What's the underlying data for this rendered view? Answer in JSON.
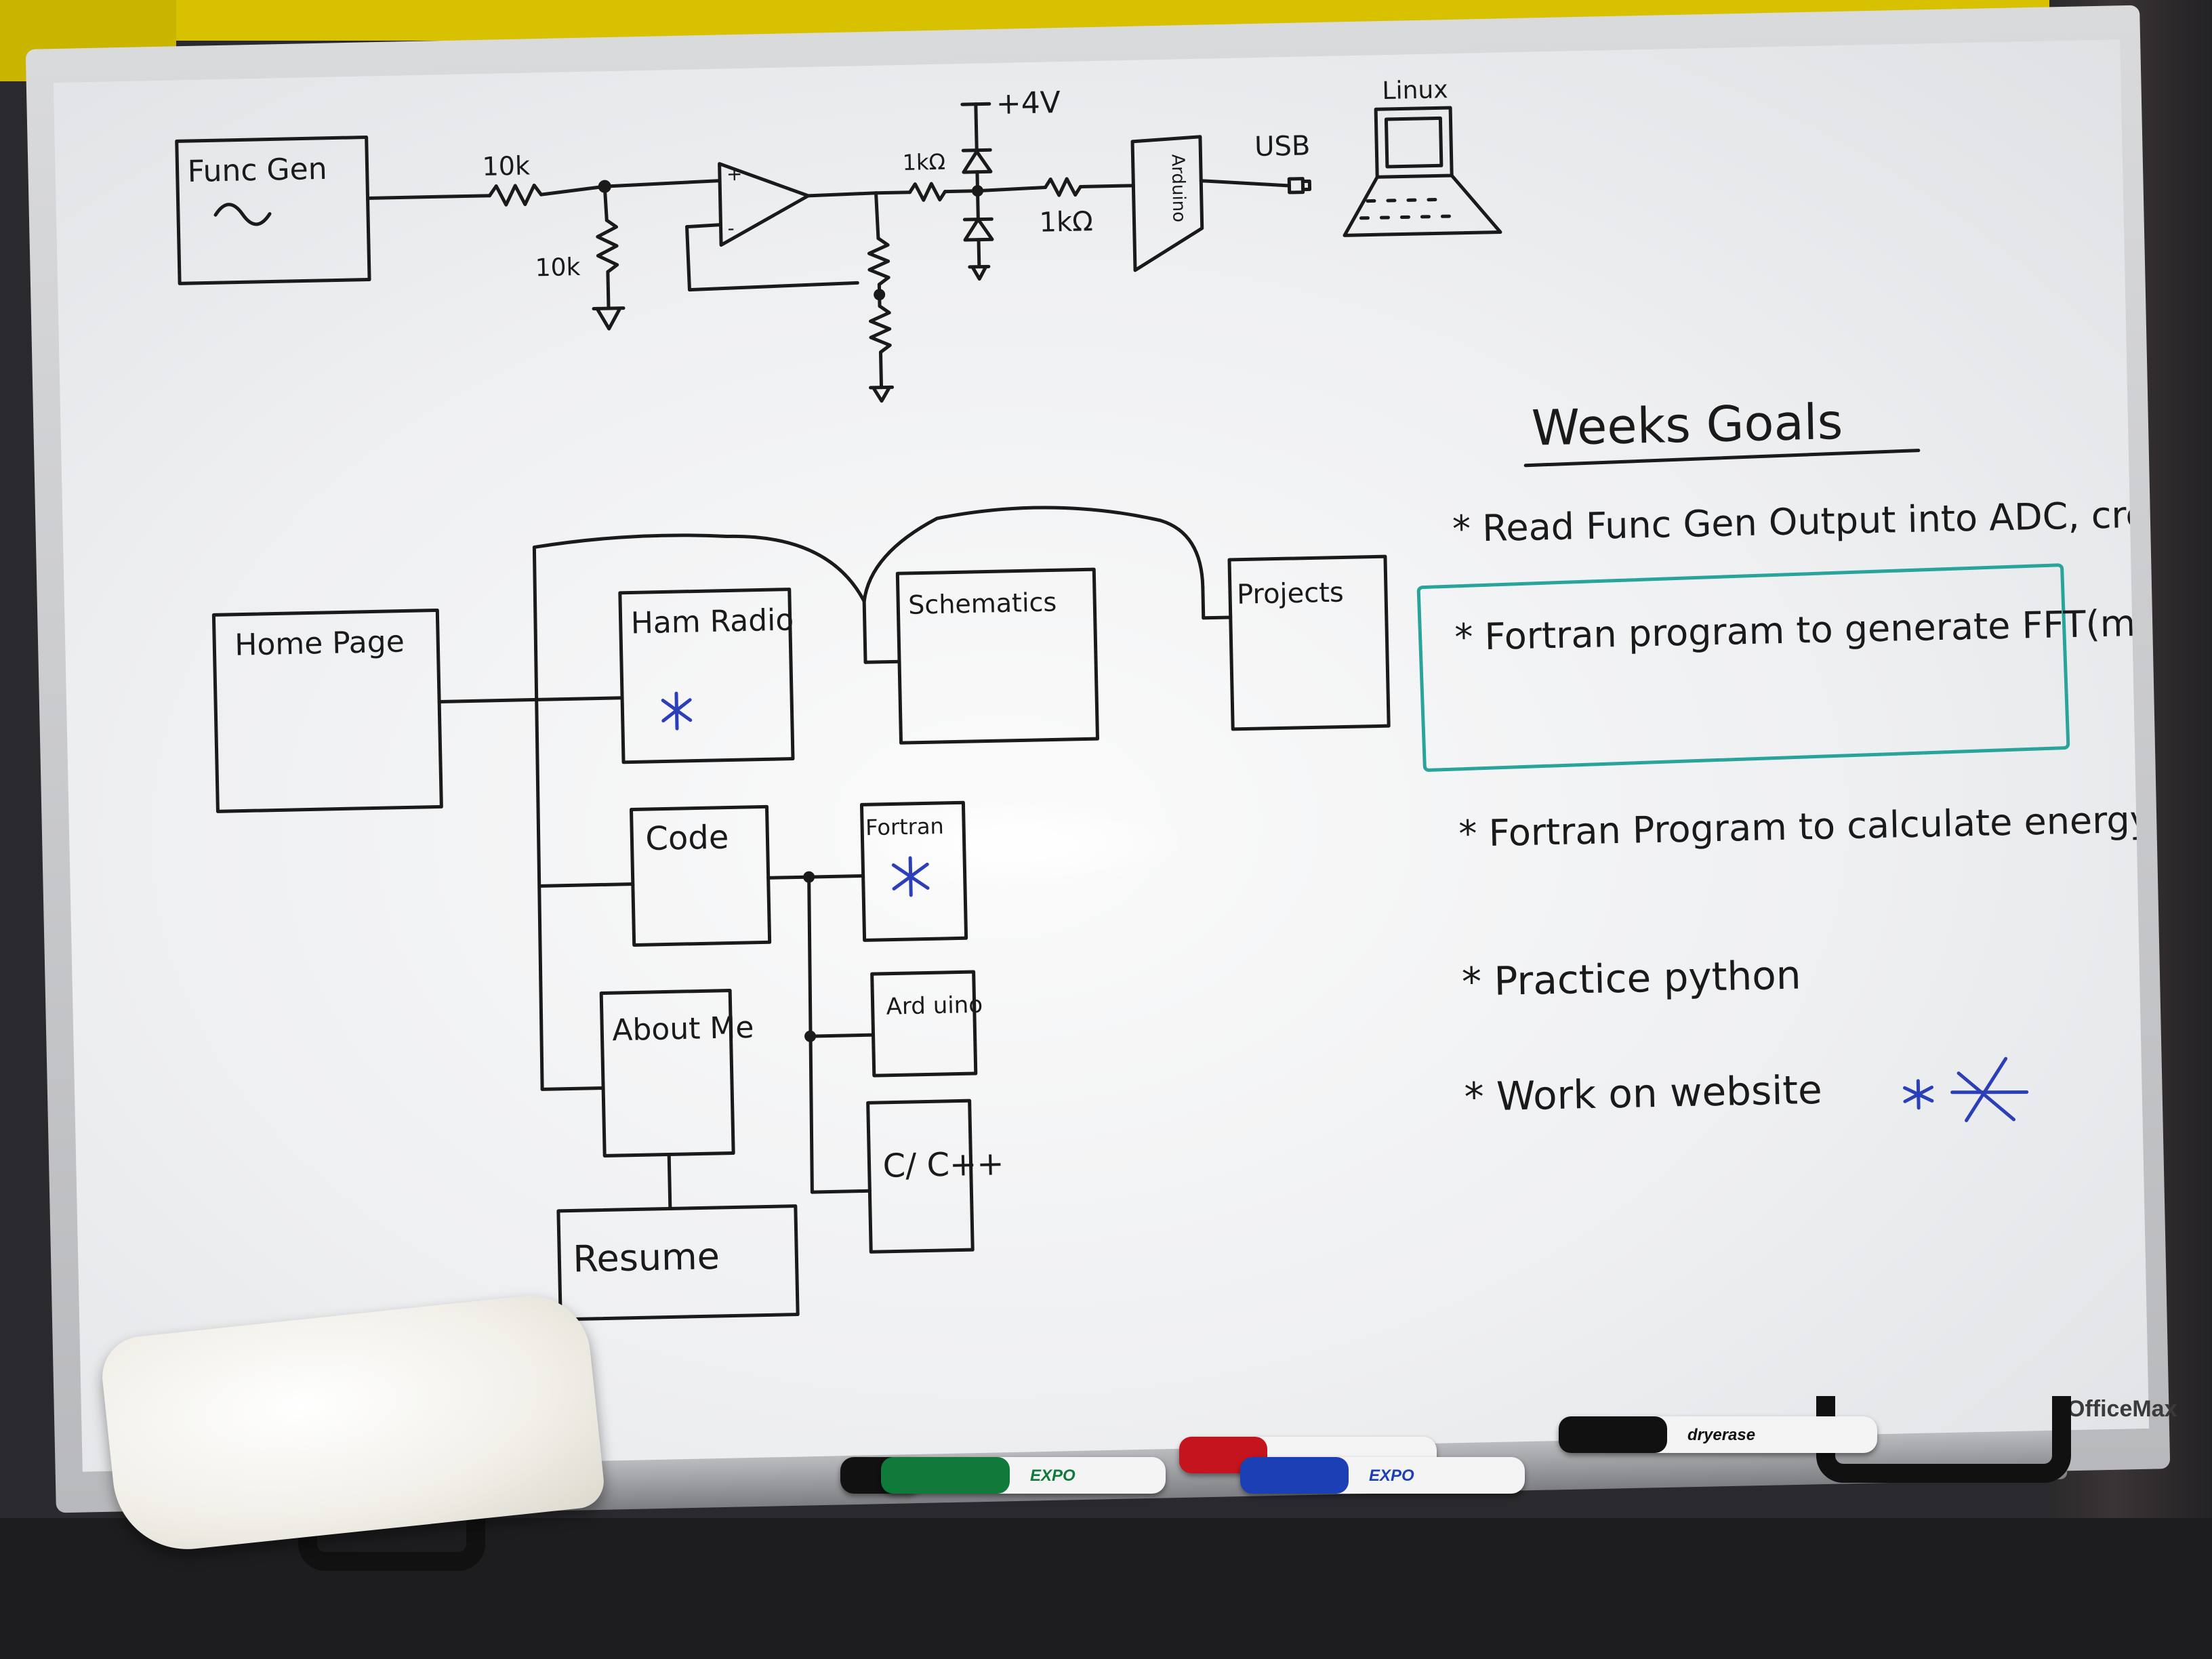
{
  "schematic": {
    "func_gen_label": "Func Gen",
    "func_gen_wave": "~",
    "r1": "10k",
    "r2": "10k",
    "plus_sign": "+",
    "minus_sign": "-",
    "r3": "1kΩ",
    "vref": "+4V",
    "r4": "1kΩ",
    "arduino": "Arduino",
    "usb": "USB",
    "computer": "Linux"
  },
  "sitemap": {
    "home": "Home Page",
    "ham_radio": "Ham Radio",
    "schematics": "Schematics",
    "projects": "Projects",
    "code": "Code",
    "fortran": "Fortran",
    "ard_uino": "Ard uino",
    "c_cpp": "C/ C++",
    "about_me": "About Me",
    "resume": "Resume",
    "star": "*"
  },
  "goals": {
    "title": "Weeks Goals",
    "items": [
      "* Read Func Gen Output into ADC, create file",
      "* Fortran program to generate FFT(mag + Φ) use modules from FFTW",
      "* Fortran Program to calculate energy from above",
      "* Practice python",
      "* Work on website"
    ],
    "extra_stars": "* *"
  },
  "board": {
    "brand": "OfficeMax"
  },
  "markers": {
    "green": "EXPO",
    "blue": "EXPO",
    "black": "dryerase"
  },
  "colors": {
    "ink_black": "#1a1a1a",
    "ink_blue": "#2b3fb8",
    "ink_teal": "#2aa39a",
    "board": "#f4f5f6"
  }
}
